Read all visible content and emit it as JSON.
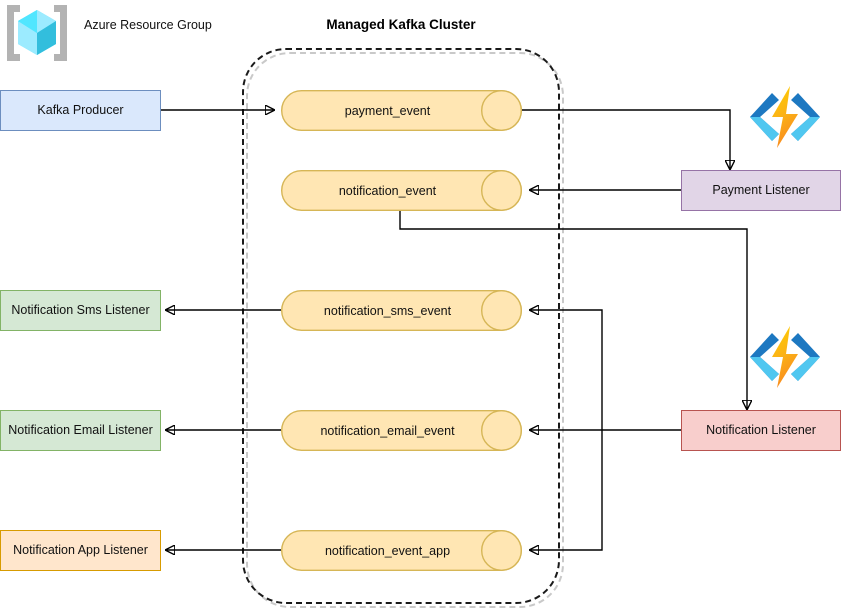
{
  "diagram": {
    "title": "Managed Kafka Cluster",
    "resource_group_label": "Azure Resource Group"
  },
  "icons": {
    "resource_group": "azure-resource-group-icon",
    "function_payment": "azure-functions-icon",
    "function_notification": "azure-functions-icon"
  },
  "producers": [
    {
      "id": "kafka-producer",
      "label": "Kafka Producer",
      "color": "#dae8fc",
      "border": "#6c8ebf"
    }
  ],
  "topics": [
    {
      "id": "payment-event",
      "label": "payment_event"
    },
    {
      "id": "notification-event",
      "label": "notification_event"
    },
    {
      "id": "notification-sms-event",
      "label": "notification_sms_event"
    },
    {
      "id": "notification-email-event",
      "label": "notification_email_event"
    },
    {
      "id": "notification-event-app",
      "label": "notification_event_app"
    }
  ],
  "listeners": [
    {
      "id": "payment-listener",
      "label": "Payment Listener",
      "color": "#e1d5e7",
      "border": "#9673a6",
      "side": "right"
    },
    {
      "id": "notification-listener",
      "label": "Notification Listener",
      "color": "#f8cecc",
      "border": "#b85450",
      "side": "right"
    },
    {
      "id": "notification-sms-listener",
      "label": "Notification Sms Listener",
      "color": "#d5e8d4",
      "border": "#82b366",
      "side": "left"
    },
    {
      "id": "notification-email-listener",
      "label": "Notification Email Listener",
      "color": "#d5e8d4",
      "border": "#82b366",
      "side": "left"
    },
    {
      "id": "notification-app-listener",
      "label": "Notification App Listener",
      "color": "#ffe6cc",
      "border": "#d79b00",
      "side": "left"
    }
  ],
  "theme": {
    "topic_fill": "#ffe6b3",
    "topic_stroke": "#d6b656",
    "cluster_stroke": "#1a1a1a",
    "wire_stroke": "#000000",
    "function_bolt": "#f8a31b",
    "function_bracket": "#1d78c1",
    "function_bracket_light": "#50c7f0",
    "resource_group_cube": "#50e6ff"
  }
}
